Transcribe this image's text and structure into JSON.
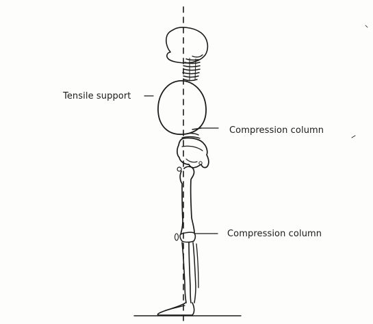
{
  "figure": {
    "labels": {
      "tensile_support": "Tensile support",
      "compression_upper": "Compression column",
      "compression_lower": "Compression column"
    },
    "colors": {
      "ink": "#1a1a1a",
      "paper": "#fdfdfb"
    }
  }
}
